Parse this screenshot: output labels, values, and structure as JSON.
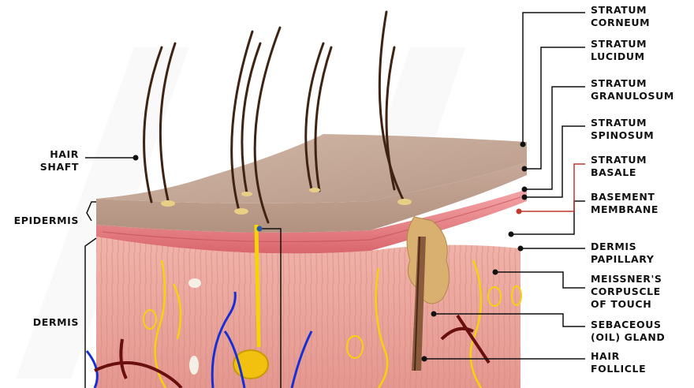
{
  "diagram": {
    "labels": {
      "hair_shaft": [
        "HAIR",
        "SHAFT"
      ],
      "epidermis": [
        "EPIDERMIS"
      ],
      "dermis": [
        "DERMIS"
      ],
      "stratum_corneum": [
        "STRATUM",
        "CORNEUM"
      ],
      "stratum_lucidum": [
        "STRATUM",
        "LUCIDUM"
      ],
      "stratum_granulosum": [
        "STRATUM",
        "GRANULOSUM"
      ],
      "stratum_spinosum": [
        "STRATUM",
        "SPINOSUM"
      ],
      "stratum_basale": [
        "STRATUM",
        "BASALE"
      ],
      "basement_membrane": [
        "BASEMENT",
        "MEMBRANE"
      ],
      "dermis_papillary": [
        "DERMIS",
        "PAPILLARY"
      ],
      "meissners_corpuscle": [
        "MEISSNER'S",
        "CORPUSCLE",
        "OF TOUCH"
      ],
      "sebaceous_gland": [
        "SEBACEOUS",
        "(OIL) GLAND"
      ],
      "hair_follicle": [
        "HAIR",
        "FOLLICLE"
      ]
    },
    "colors": {
      "epidermis_surface": "#c9ab97",
      "epidermis_edge": "#bfa08c",
      "basale_pink": "#ec8a8f",
      "dermis": "#e8a69d",
      "nerve": "#f5d20a",
      "vein": "#1630d6",
      "artery": "#6a0f0f",
      "hair": "#3f2414",
      "leader_red": "#c0392b",
      "leader_black": "#111111"
    }
  }
}
